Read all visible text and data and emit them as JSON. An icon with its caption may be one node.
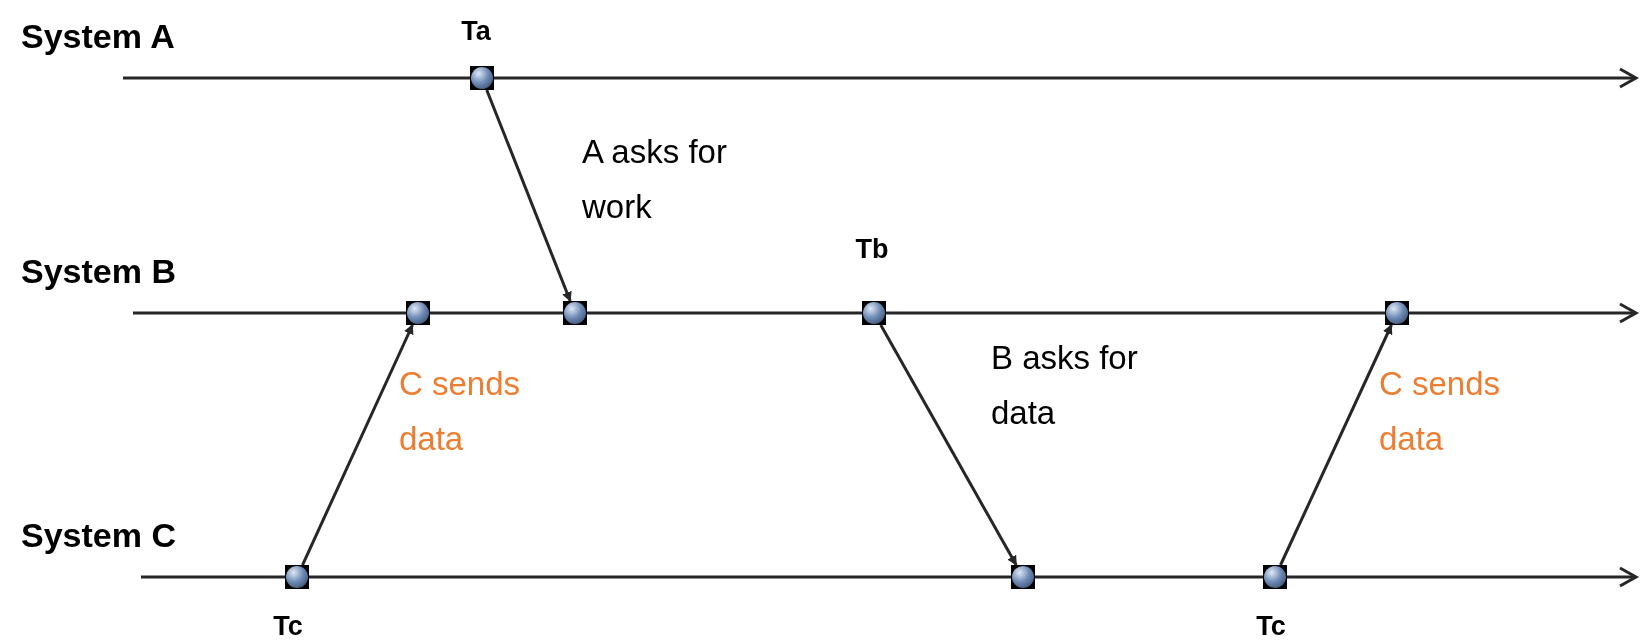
{
  "diagram": {
    "nodes": [
      {
        "text": [],
        "shape": "circle",
        "beside": [
          "Ta"
        ]
      },
      {
        "text": [],
        "shape": "circle"
      },
      {
        "text": [],
        "shape": "circle"
      },
      {
        "text": [],
        "shape": "circle",
        "beside": [
          "Tb"
        ]
      },
      {
        "text": [],
        "shape": "circle"
      },
      {
        "text": [],
        "shape": "circle",
        "beside": [
          "Tc"
        ]
      },
      {
        "text": [],
        "shape": "circle"
      },
      {
        "text": [],
        "shape": "circle",
        "beside": [
          "Tc"
        ]
      }
    ],
    "edges": [
      {
        "from": 0,
        "to": 2,
        "arrow": "to",
        "label": "A asks for work"
      },
      {
        "from": 5,
        "to": 1,
        "arrow": "to",
        "label": "C sends data"
      },
      {
        "from": 3,
        "to": 6,
        "arrow": "to",
        "label": "B asks for data"
      },
      {
        "from": 7,
        "to": 4,
        "arrow": "to",
        "label": "C sends data"
      }
    ],
    "labels": [
      "System A",
      "System B",
      "System C"
    ]
  }
}
